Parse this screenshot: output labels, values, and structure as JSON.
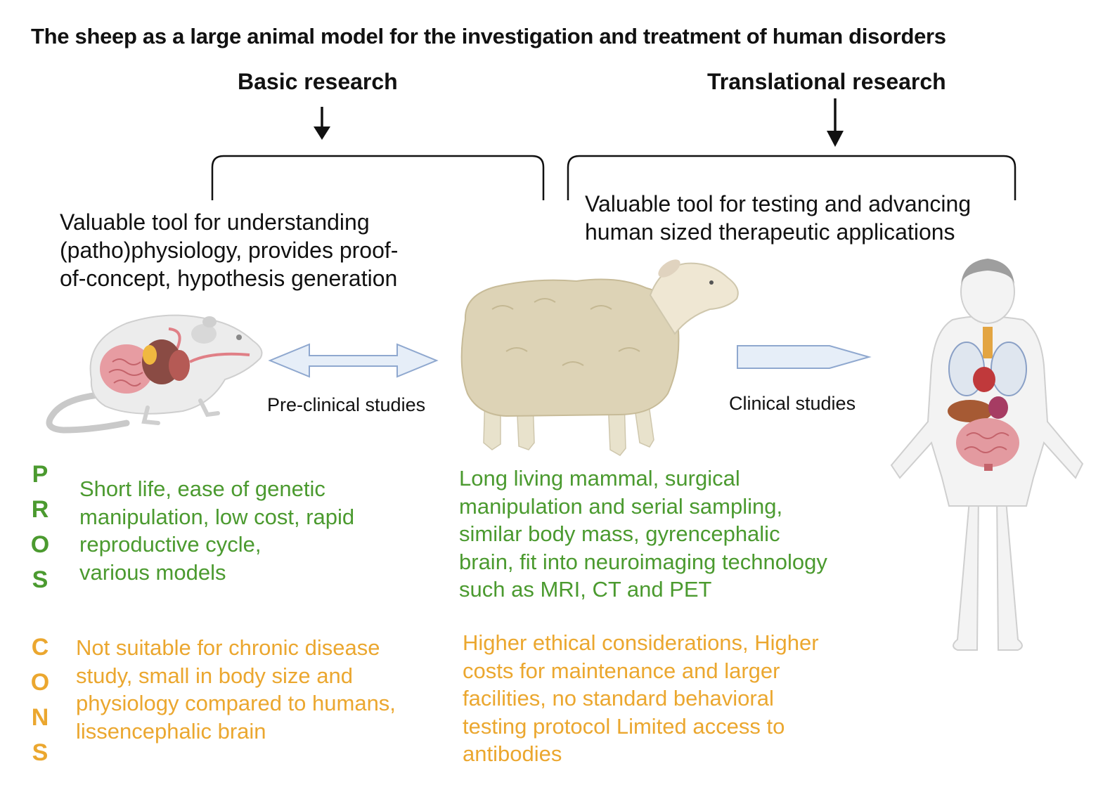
{
  "title": "The sheep as a large animal model for the investigation and treatment of human disorders",
  "basic": {
    "heading": "Basic research",
    "description": [
      "Valuable tool for understanding",
      "(patho)physiology, provides proof-",
      "of-concept, hypothesis generation"
    ]
  },
  "translational": {
    "heading": "Translational research",
    "description": [
      "Valuable tool for testing and advancing",
      "human sized therapeutic applications"
    ]
  },
  "arrows": {
    "preclinical": "Pre-clinical studies",
    "clinical": "Clinical studies"
  },
  "pros": {
    "letters": [
      "P",
      "R",
      "O",
      "S"
    ],
    "rodent": [
      "Short life, ease of genetic",
      "manipulation, low cost, rapid",
      "reproductive cycle,",
      "various models"
    ],
    "sheep": [
      "Long living mammal, surgical",
      "manipulation and serial sampling,",
      "similar body mass, gyrencephalic",
      "brain, fit into neuroimaging technology",
      "such as MRI, CT and PET"
    ]
  },
  "cons": {
    "letters": [
      "C",
      "O",
      "N",
      "S"
    ],
    "rodent": [
      "Not suitable for chronic disease",
      "study, small in body size and",
      "physiology compared to humans,",
      "lissencephalic brain"
    ],
    "sheep": [
      "Higher ethical considerations, Higher",
      "costs for maintenance and larger",
      "facilities, no standard behavioral",
      "testing protocol Limited access to",
      "antibodies"
    ]
  },
  "colors": {
    "pros": "#4b9a2f",
    "cons": "#eba72f",
    "arrow_fill": "#e6eef8",
    "arrow_stroke": "#8fa8cf"
  },
  "icons": [
    "mouse-anatomy-icon",
    "sheep-icon",
    "human-anatomy-icon",
    "down-arrow-icon",
    "bracket-icon",
    "double-arrow-icon",
    "right-arrow-icon"
  ]
}
